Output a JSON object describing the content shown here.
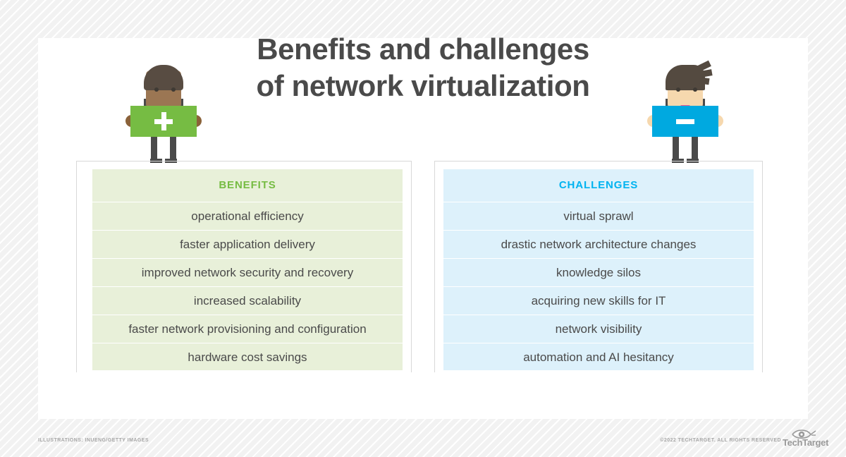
{
  "title": {
    "line1": "Benefits and challenges",
    "line2": "of network virtualization"
  },
  "illustrations": {
    "left": {
      "name": "person-holding-plus-sign",
      "sign_symbol": "plus",
      "sign_color": "#76bc43",
      "skin_color": "#9b7653",
      "hair_color": "#584c42"
    },
    "right": {
      "name": "person-holding-minus-sign",
      "sign_symbol": "minus",
      "sign_color": "#00a9e0",
      "skin_color": "#f6d8ae",
      "hair_color": "#544a40",
      "bowtie_color": "#f0568f"
    }
  },
  "columns": [
    {
      "id": "benefits",
      "header": "BENEFITS",
      "header_color": "#76bc43",
      "background": "#e8f0d9",
      "items": [
        "operational efficiency",
        "faster application delivery",
        "improved network security and recovery",
        "increased scalability",
        "faster network provisioning and configuration",
        "hardware cost savings"
      ]
    },
    {
      "id": "challenges",
      "header": "CHALLENGES",
      "header_color": "#00b3f0",
      "background": "#ddf1fb",
      "items": [
        "virtual sprawl",
        "drastic network architecture changes",
        "knowledge silos",
        "acquiring new skills for IT",
        "network visibility",
        "automation and AI hesitancy"
      ]
    }
  ],
  "footer": {
    "credit": "ILLUSTRATIONS: INUENG/GETTY IMAGES",
    "copyright": "©2022 TECHTARGET. ALL RIGHTS RESERVED",
    "logo_word": "TechTarget"
  }
}
